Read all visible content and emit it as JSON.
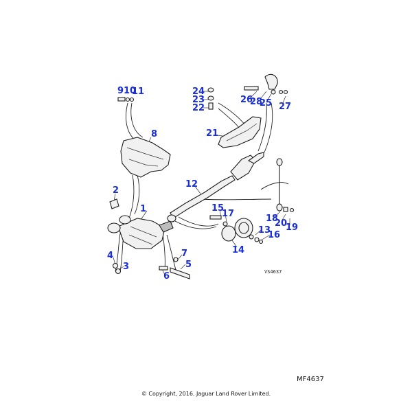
{
  "diagram": {
    "callouts": [
      "1",
      "2",
      "3",
      "4",
      "5",
      "6",
      "7",
      "8",
      "9",
      "10",
      "11",
      "12",
      "13",
      "14",
      "15",
      "16",
      "17",
      "18",
      "19",
      "20",
      "21",
      "22",
      "23",
      "24",
      "25",
      "26",
      "27",
      "28"
    ],
    "view_ref": "VS4637",
    "drawing_code": "MF4637",
    "copyright": "© Copyright, 2016. Jaguar Land Rover Limited."
  }
}
